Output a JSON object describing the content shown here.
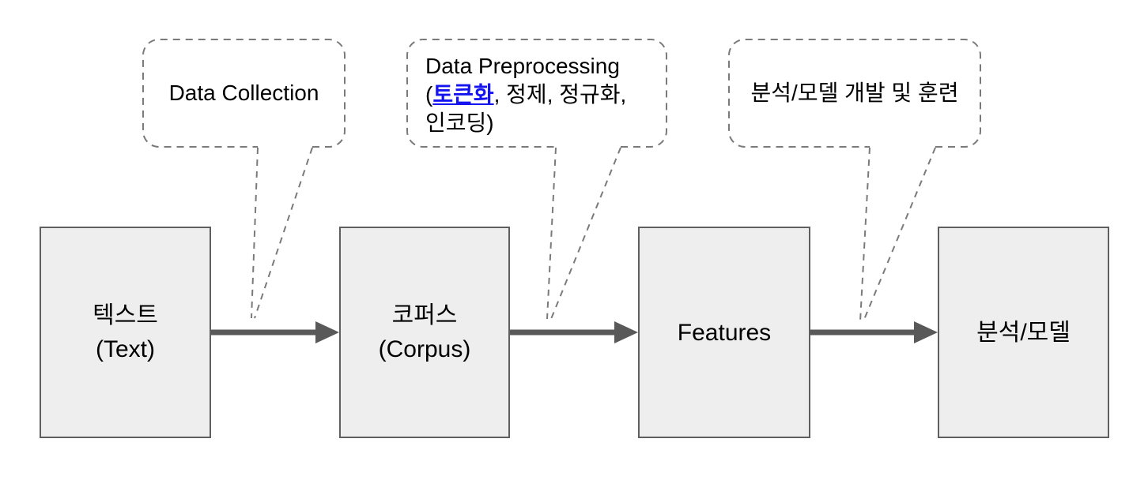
{
  "diagram": {
    "nodes": [
      {
        "line1": "텍스트",
        "line2": "(Text)"
      },
      {
        "line1": "코퍼스",
        "line2": "(Corpus)"
      },
      {
        "line1": "Features",
        "line2": ""
      },
      {
        "line1": "분석/모델",
        "line2": ""
      }
    ],
    "callouts": {
      "collection": {
        "text": "Data Collection"
      },
      "preprocessing": {
        "line1": "Data Preprocessing",
        "line2_pre": "(",
        "line2_link": "토큰화",
        "line2_post": ", 정제, 정규화,",
        "line3": "인코딩)"
      },
      "training": {
        "text": "분석/모델 개발 및 훈련"
      }
    },
    "colors": {
      "page_bg": "#ffffff",
      "node_fill": "#eeeeee",
      "node_border": "#5f5f5f",
      "arrow": "#595959",
      "callout_border": "#7a7a7a",
      "link": "#1414f0",
      "text": "#000000"
    }
  }
}
